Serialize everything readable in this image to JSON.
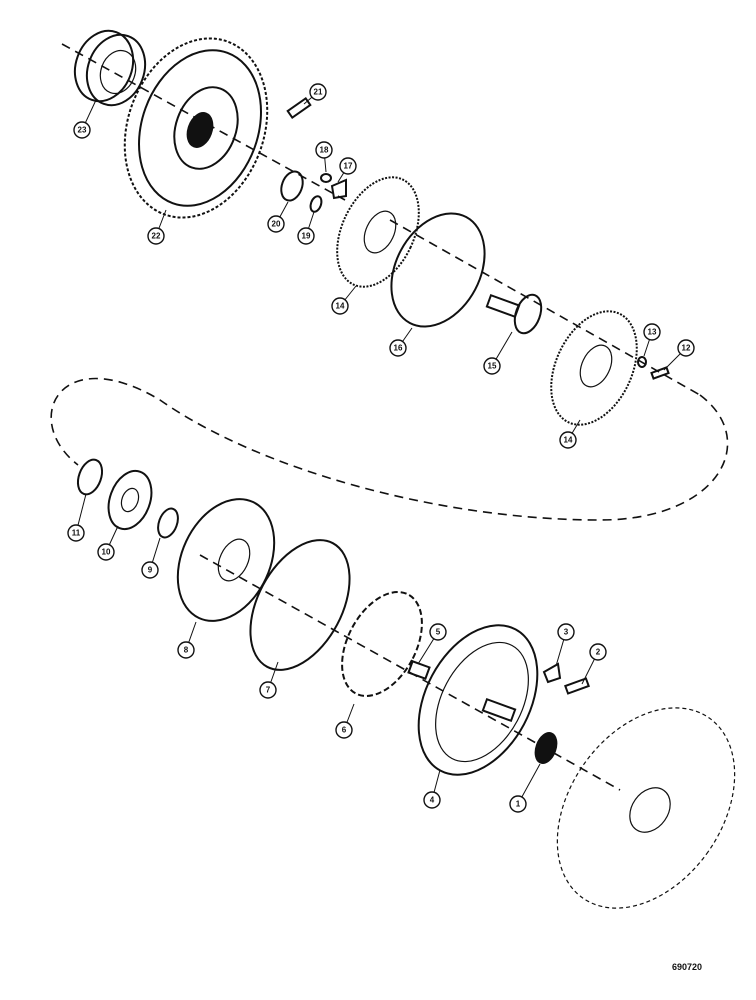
{
  "figure_code": "690720",
  "callouts": [
    {
      "label": "1"
    },
    {
      "label": "2"
    },
    {
      "label": "3"
    },
    {
      "label": "4"
    },
    {
      "label": "5"
    },
    {
      "label": "6"
    },
    {
      "label": "7"
    },
    {
      "label": "8"
    },
    {
      "label": "9"
    },
    {
      "label": "10"
    },
    {
      "label": "11"
    },
    {
      "label": "12"
    },
    {
      "label": "13"
    },
    {
      "label": "14"
    },
    {
      "label": "14"
    },
    {
      "label": "15"
    },
    {
      "label": "16"
    },
    {
      "label": "17"
    },
    {
      "label": "18"
    },
    {
      "label": "19"
    },
    {
      "label": "20"
    },
    {
      "label": "21"
    },
    {
      "label": "22"
    },
    {
      "label": "23"
    }
  ]
}
